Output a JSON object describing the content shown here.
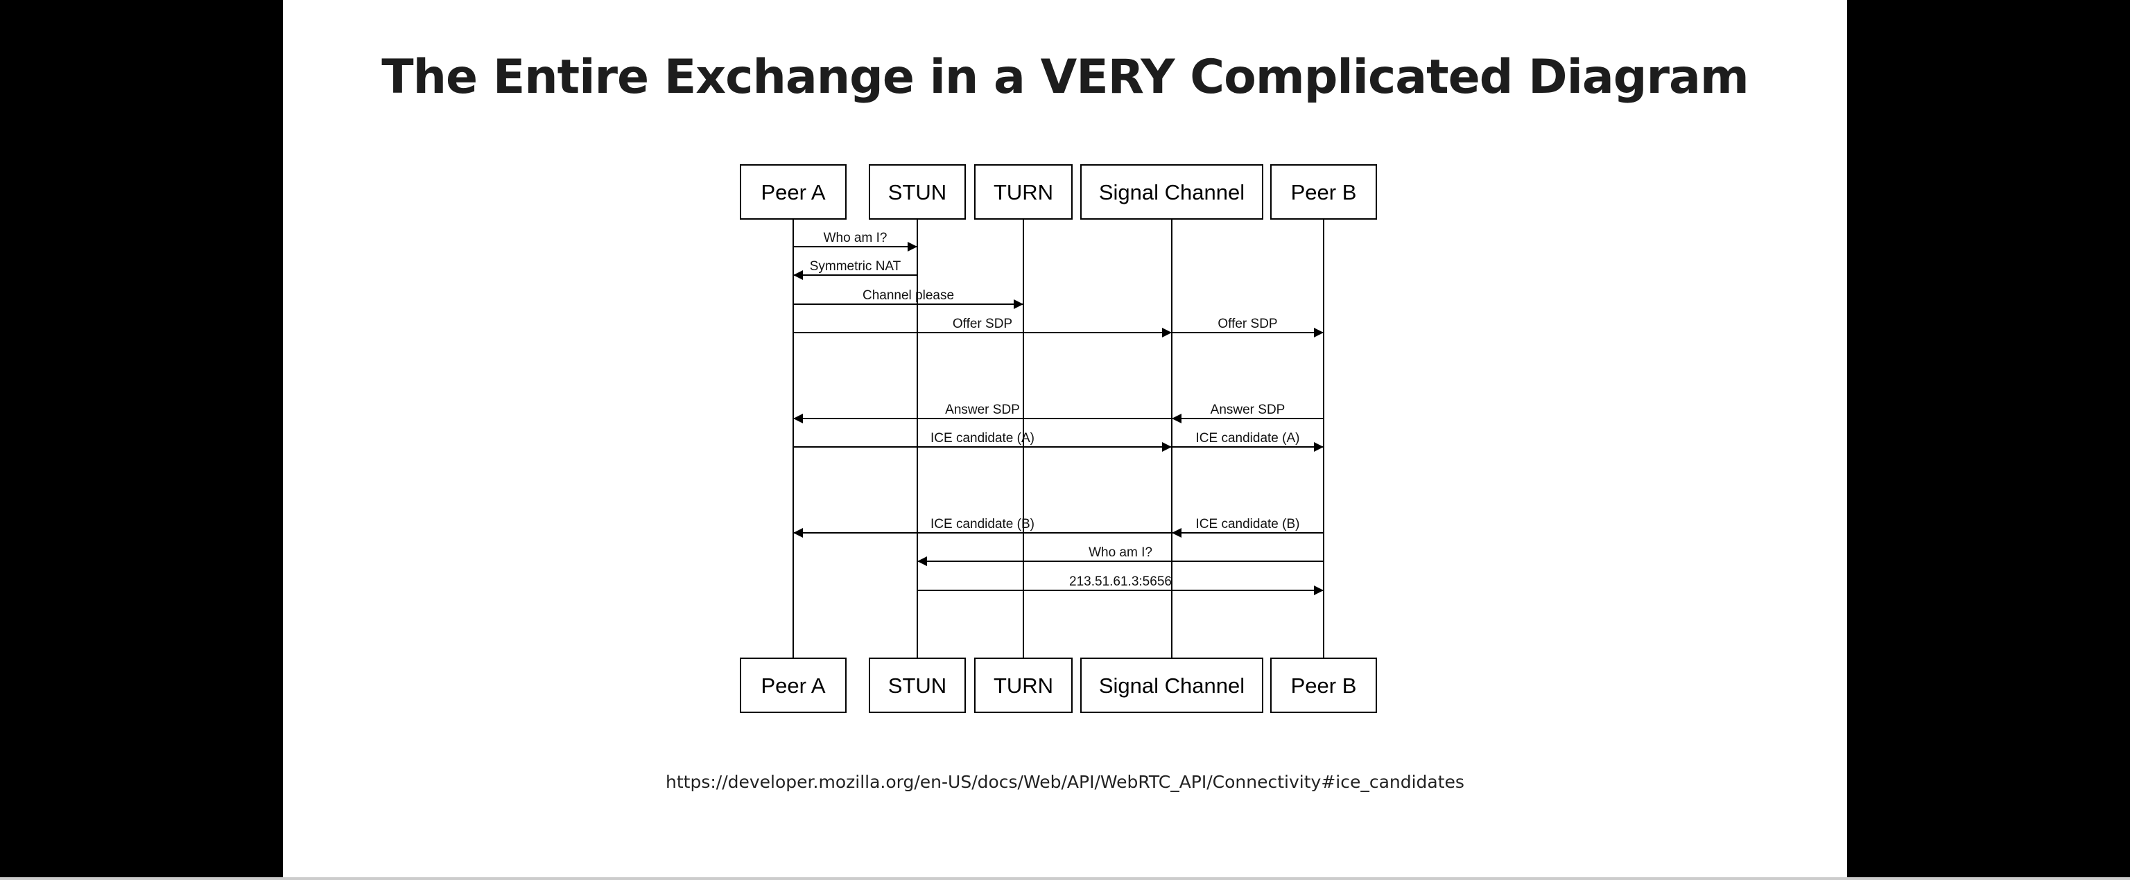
{
  "slide": {
    "title": "The Entire Exchange in a VERY Complicated Diagram",
    "source_url": "https://developer.mozilla.org/en-US/docs/Web/API/WebRTC_API/Connectivity#ice_candidates"
  },
  "diagram": {
    "participants": [
      {
        "id": "peer-a",
        "label": "Peer A"
      },
      {
        "id": "stun",
        "label": "STUN"
      },
      {
        "id": "turn",
        "label": "TURN"
      },
      {
        "id": "signal",
        "label": "Signal Channel"
      },
      {
        "id": "peer-b",
        "label": "Peer B"
      }
    ],
    "messages": [
      {
        "from": "peer-a",
        "to": "stun",
        "label": "Who am I?"
      },
      {
        "from": "stun",
        "to": "peer-a",
        "label": "Symmetric NAT"
      },
      {
        "from": "peer-a",
        "to": "turn",
        "label": "Channel please"
      },
      {
        "from": "peer-a",
        "to": "signal",
        "label": "Offer SDP"
      },
      {
        "from": "signal",
        "to": "peer-b",
        "label": "Offer SDP"
      },
      {
        "from": "signal",
        "to": "peer-a",
        "label": "Answer SDP"
      },
      {
        "from": "peer-b",
        "to": "signal",
        "label": "Answer SDP"
      },
      {
        "from": "peer-a",
        "to": "signal",
        "label": "ICE candidate (A)"
      },
      {
        "from": "signal",
        "to": "peer-b",
        "label": "ICE candidate (A)"
      },
      {
        "from": "signal",
        "to": "peer-a",
        "label": "ICE candidate (B)"
      },
      {
        "from": "peer-b",
        "to": "signal",
        "label": "ICE candidate (B)"
      },
      {
        "from": "peer-b",
        "to": "stun",
        "label": "Who am I?"
      },
      {
        "from": "stun",
        "to": "peer-b",
        "label": "213.51.61.3:5656"
      }
    ]
  }
}
